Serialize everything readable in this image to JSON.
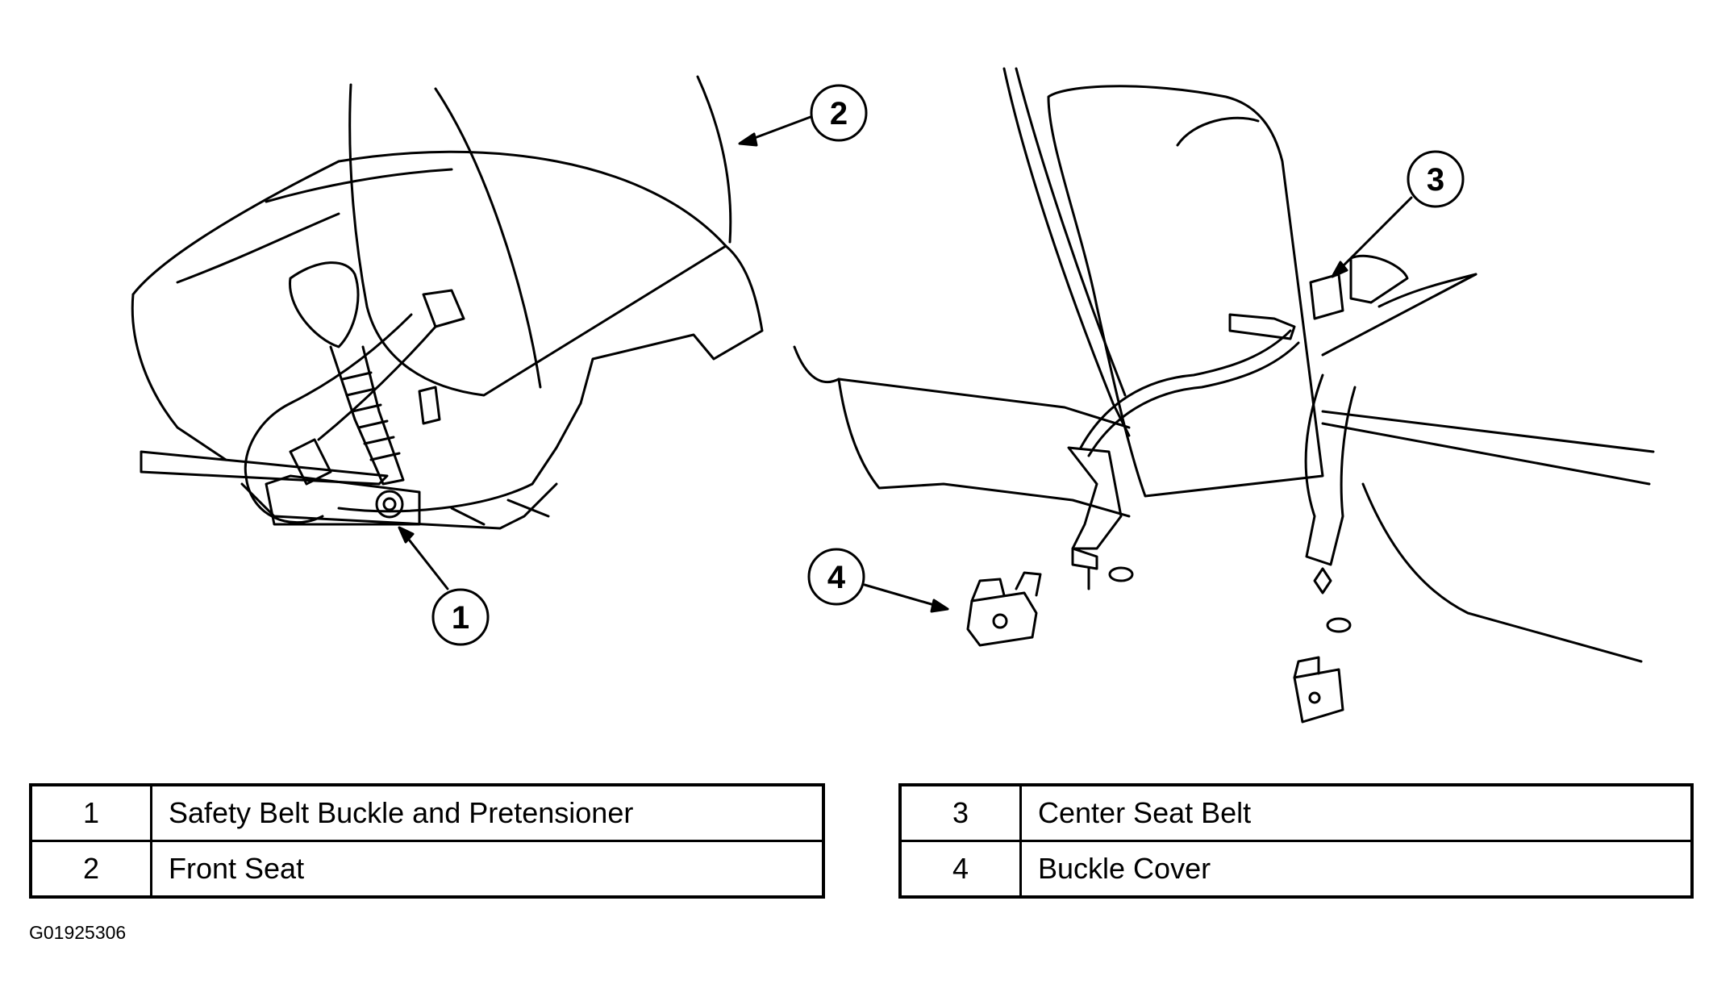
{
  "callouts": [
    "1",
    "2",
    "3",
    "4"
  ],
  "legend": {
    "left": [
      {
        "num": "1",
        "desc": "Safety Belt Buckle and Pretensioner"
      },
      {
        "num": "2",
        "desc": "Front Seat"
      }
    ],
    "right": [
      {
        "num": "3",
        "desc": "Center Seat Belt"
      },
      {
        "num": "4",
        "desc": "Buckle Cover"
      }
    ]
  },
  "figure_id": "G01925306"
}
